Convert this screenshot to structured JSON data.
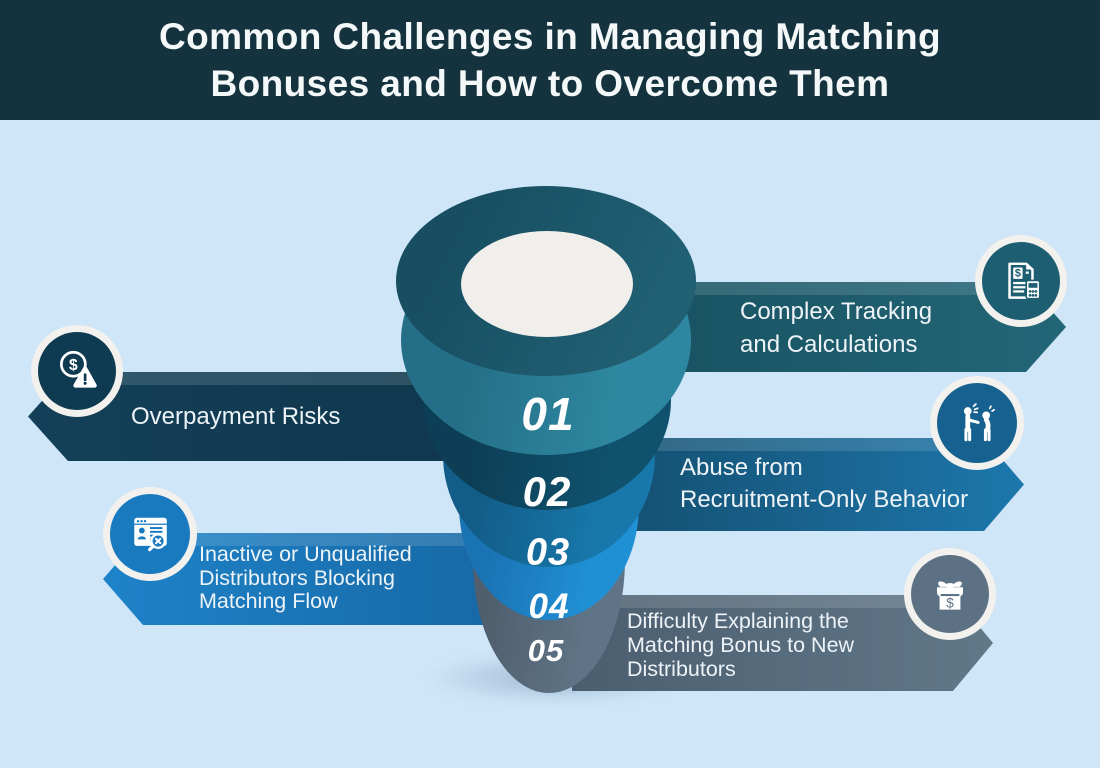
{
  "header": {
    "title_line1": "Common Challenges in Managing Matching",
    "title_line2": "Bonuses and How to Overcome Them"
  },
  "funnel": {
    "levels": [
      {
        "number": "01",
        "color": "#2b7f99"
      },
      {
        "number": "02",
        "color": "#0d4760"
      },
      {
        "number": "03",
        "color": "#15709f"
      },
      {
        "number": "04",
        "color": "#1d86cb"
      },
      {
        "number": "05",
        "color": "#5c7183"
      }
    ],
    "top_color": "#1e5a6e",
    "mouth_color": "#f0efeb"
  },
  "challenges": [
    {
      "title": "Complex Tracking and Calculations",
      "lines": [
        "Complex Tracking",
        "and Calculations"
      ],
      "side": "right",
      "icon": "invoice-calculator-icon",
      "banner_color": "#1d5b6c"
    },
    {
      "title": "Overpayment Risks",
      "lines": [
        "Overpayment Risks"
      ],
      "side": "left",
      "icon": "dollar-warning-icon",
      "banner_color": "#113a50"
    },
    {
      "title": "Abuse from Recruitment-Only Behavior",
      "lines": [
        "Abuse from",
        "Recruitment-Only Behavior"
      ],
      "side": "right",
      "icon": "people-argument-icon",
      "banner_color": "#1a6da3"
    },
    {
      "title": "Inactive or Unqualified Distributors Blocking Matching Flow",
      "lines": [
        "Inactive or Unqualified",
        "Distributors Blocking",
        "Matching Flow"
      ],
      "side": "left",
      "icon": "browser-person-search-icon",
      "banner_color": "#1878be"
    },
    {
      "title": "Difficulty Explaining the Matching Bonus to New Distributors",
      "lines": [
        "Difficulty Explaining the",
        "Matching Bonus to New",
        "Distributors"
      ],
      "side": "right",
      "icon": "gift-dollar-icon",
      "banner_color": "#5c7385"
    }
  ],
  "colors": {
    "background": "#cfe5f8",
    "header_background": "#14333f",
    "title_text": "#f5f8f8",
    "banner_text": "#edf3f7",
    "badge_ring": "#f2f1ee"
  }
}
